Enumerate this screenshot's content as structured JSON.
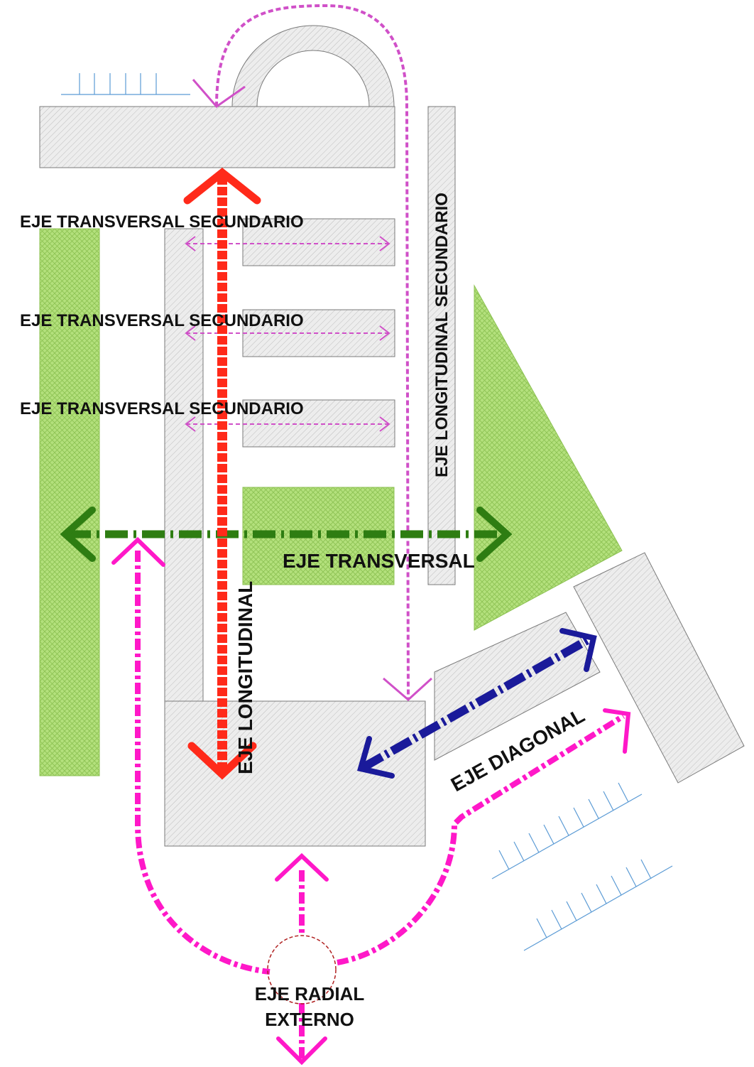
{
  "labels": {
    "eje_transversal_secundario_1": "EJE TRANSVERSAL SECUNDARIO",
    "eje_transversal_secundario_2": "EJE TRANSVERSAL SECUNDARIO",
    "eje_transversal_secundario_3": "EJE TRANSVERSAL SECUNDARIO",
    "eje_longitudinal_secundario": "EJE LONGITUDINAL SECUNDARIO",
    "eje_transversal": "EJE TRANSVERSAL",
    "eje_longitudinal": "EJE LONGITUDINAL",
    "eje_diagonal": "EJE DIAGONAL",
    "eje_radial_line1": "EJE RADIAL",
    "eje_radial_line2": "EXTERNO"
  },
  "colors": {
    "building_fill": "#ececec",
    "building_stroke": "#7a7a7a",
    "green_area": "#a8d86e",
    "eje_longitudinal": "#ff2a1a",
    "eje_transversal": "#2e7d12",
    "eje_secundario": "#d050c8",
    "eje_diagonal": "#1a1a9a",
    "eje_radial": "#ff18c8",
    "stairs": "#5b9bd5",
    "radial_circle": "#b02020"
  }
}
